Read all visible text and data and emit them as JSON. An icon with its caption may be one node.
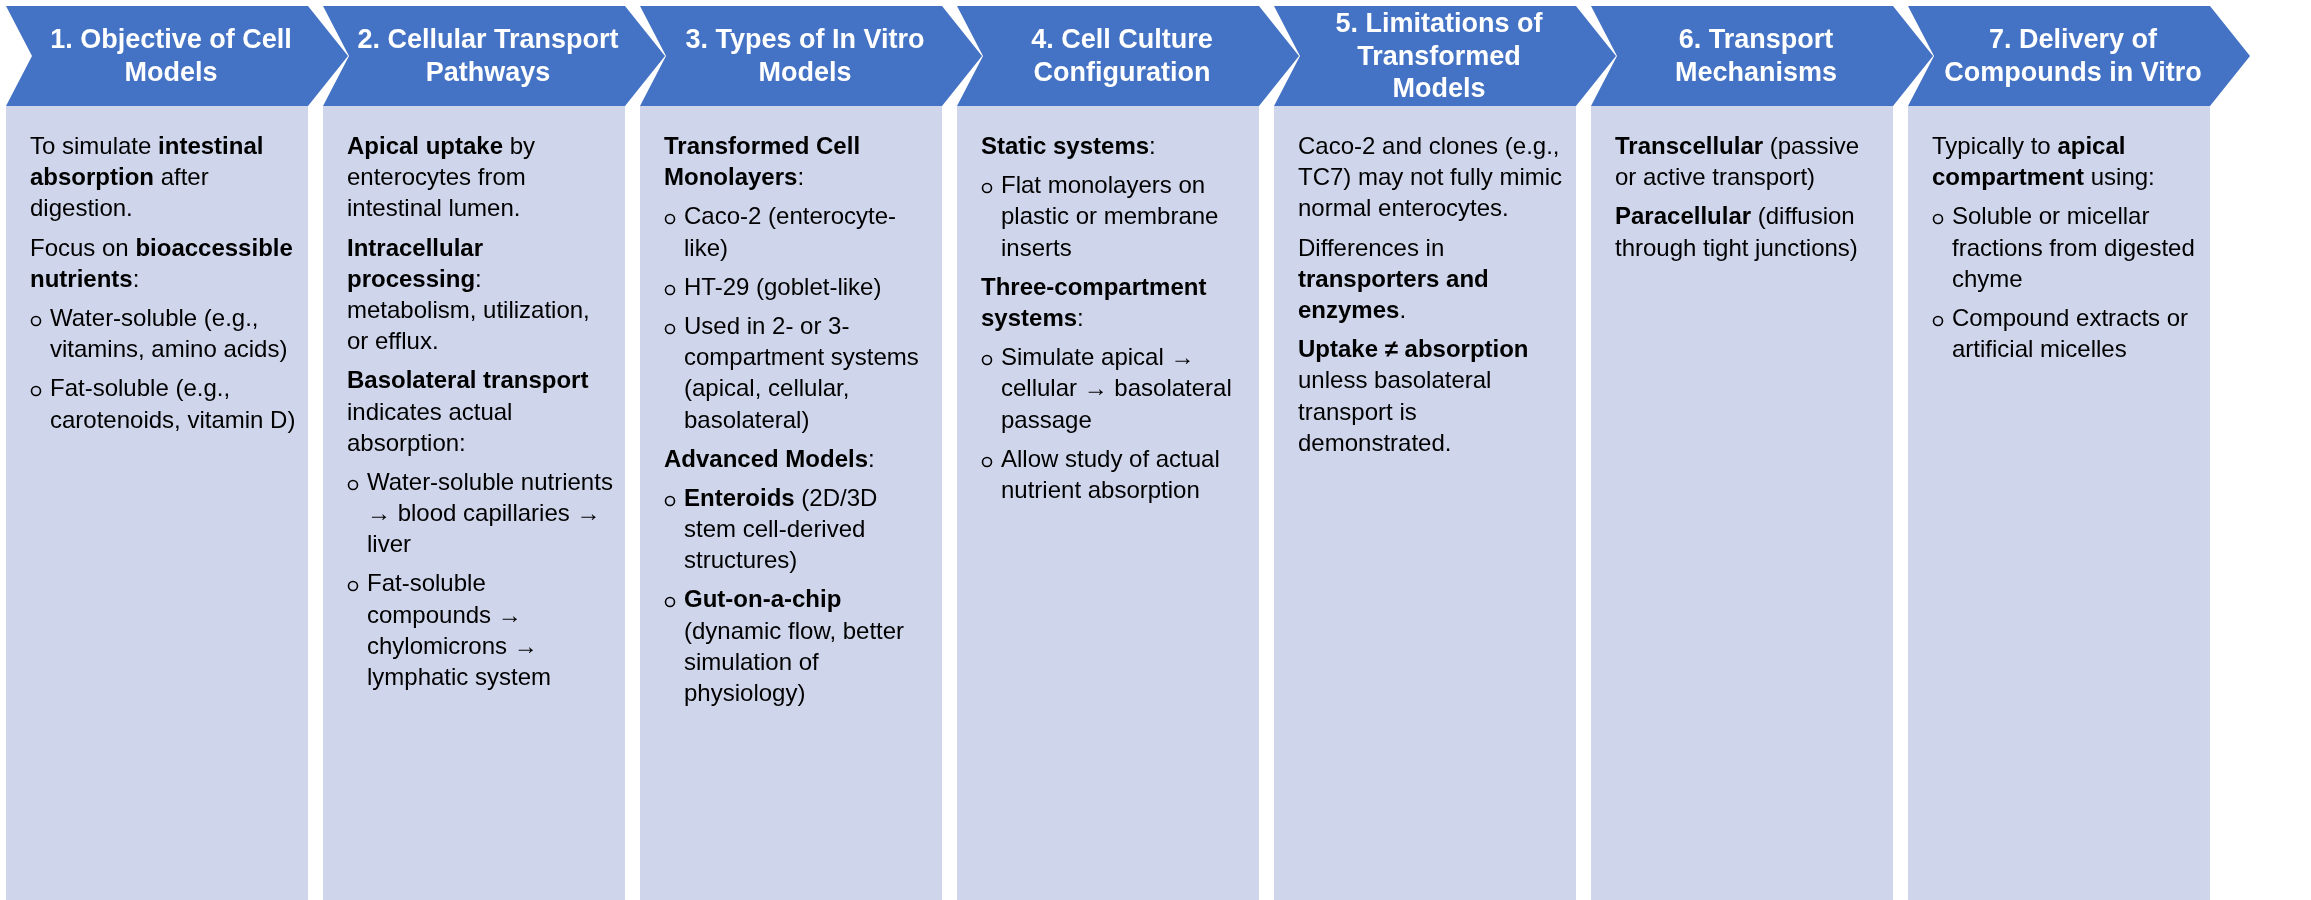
{
  "diagram": {
    "nodes": [
      {
        "text": [
          "1. Objective of Cell Models"
        ]
      },
      {
        "text": [
          "To simulate **intestinal absorption** after digestion.",
          "Focus on **bioaccessible nutrients**:",
          "Water-soluble (e.g., vitamins, amino acids)",
          "Fat-soluble (e.g., carotenoids, vitamin D)"
        ]
      },
      {
        "text": [
          "2. Cellular Transport Pathways"
        ]
      },
      {
        "text": [
          "**Apical uptake** by enterocytes from intestinal lumen.",
          "**Intracellular processing**: metabolism, utilization, or efflux.",
          "**Basolateral transport** indicates actual absorption:",
          "Water-soluble nutrients → blood capillaries → liver",
          "Fat-soluble compounds → chylomicrons → lymphatic system"
        ]
      },
      {
        "text": [
          "3. Types of In Vitro Models"
        ]
      },
      {
        "text": [
          "**Transformed Cell Monolayers**:",
          "Caco-2 (enterocyte-like)",
          "HT-29 (goblet-like)",
          "Used in 2- or 3-compartment systems (apical, cellular, basolateral)",
          "**Advanced Models**:",
          "**Enteroids** (2D/3D stem cell-derived structures)",
          "**Gut-on-a-chip** (dynamic flow, better simulation of physiology)"
        ]
      },
      {
        "text": [
          "4. Cell Culture Configuration"
        ]
      },
      {
        "text": [
          "**Static systems**:",
          "Flat monolayers on plastic or membrane inserts",
          "**Three-compartment systems**:",
          "Simulate apical → cellular → basolateral passage",
          "Allow study of actual nutrient absorption"
        ]
      },
      {
        "text": [
          "5. Limitations of Transformed Models"
        ]
      },
      {
        "text": [
          "Caco-2 and clones (e.g., TC7) may not fully mimic normal enterocytes.",
          "Differences in **transporters and enzymes**.",
          "**Uptake ≠ absorption** unless basolateral transport is demonstrated."
        ]
      },
      {
        "text": [
          "6. Transport Mechanisms"
        ]
      },
      {
        "text": [
          "**Transcellular** (passive or active transport)",
          "**Paracellular** (diffusion through tight junctions)"
        ]
      },
      {
        "text": [
          "7. Delivery of Compounds in Vitro"
        ]
      },
      {
        "text": [
          "Typically to **apical compartment** using:",
          "Soluble or micellar fractions from digested chyme",
          "Compound extracts or artificial micelles"
        ]
      }
    ]
  }
}
